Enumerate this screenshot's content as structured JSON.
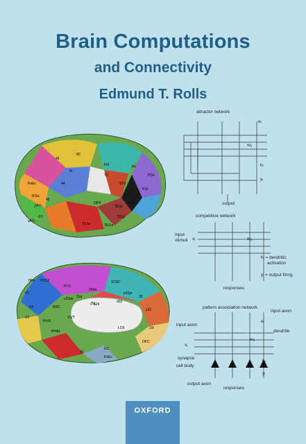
{
  "book": {
    "title": "Brain Computations",
    "subtitle": "and Connectivity",
    "author": "Edmund T. Rolls",
    "publisher": "OXFORD"
  },
  "networks": {
    "attractor": {
      "name": "attractor network",
      "label_ei": "eᵢ",
      "label_wij": "wᵢⱼ",
      "label_hi": "hᵢ",
      "label_yi": "yᵢ",
      "output": "output"
    },
    "competitive": {
      "name": "competitive network",
      "input": "input",
      "stimuli": "stimuli",
      "label_xj": "xⱼ",
      "label_wij": "wᵢⱼ",
      "h_note": "hᵢ = dendritic",
      "h_note2": "activation",
      "y_note": "yᵢ = output firing",
      "responses": "responses"
    },
    "pattern": {
      "name": "pattern association network",
      "input_axon_top": "input axon",
      "input_axon_left": "input axon",
      "label_ei": "eᵢ",
      "dendrite": "dendrite",
      "label_xj": "xⱼ",
      "label_wij": "wᵢⱼ",
      "synapse": "synapse",
      "label_hi": "hᵢ",
      "cell_body": "cell body",
      "output_axon": "output axon",
      "label_yi": "yᵢ",
      "responses": "responses"
    }
  },
  "brain_labels": {
    "lateral": [
      "PGi",
      "STV",
      "PH",
      "PHT",
      "TE1p",
      "TE1m",
      "TE1a",
      "TE2p",
      "PF",
      "6r",
      "44",
      "45",
      "47l",
      "8C",
      "46",
      "p47r",
      "a47r",
      "IFSa",
      "OP4",
      "PGs",
      "PeEc",
      "TF"
    ],
    "medial": [
      "7Pm",
      "PCV",
      "24dd",
      "SCEF",
      "p32pr",
      "31a",
      "a24",
      "d32",
      "RSC",
      "V1",
      "V2",
      "V3",
      "ProS",
      "DVT",
      "PHA1",
      "POS2",
      "v23ab",
      "25",
      "s32",
      "10r",
      "OFC",
      "ZM",
      "EC",
      "PeEc",
      "TF",
      "LO3"
    ]
  },
  "colors": {
    "background": "#bfe0ec",
    "title": "#1f5f86",
    "publisher_band": "#4f8fc0"
  }
}
